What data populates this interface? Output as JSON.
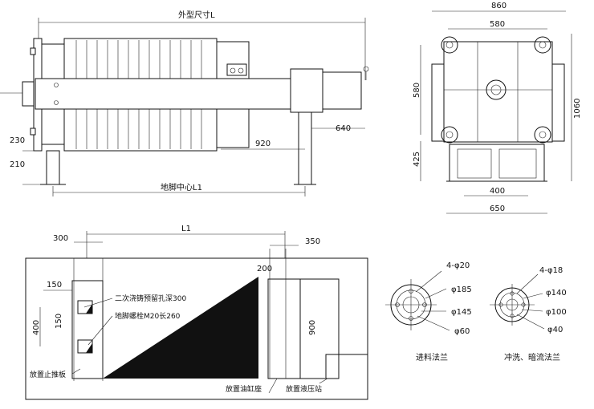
{
  "front_view": {
    "overall_length_label": "外型尺寸L",
    "foot_center_label": "地脚中心L1",
    "dim_230": "230",
    "dim_210": "210",
    "dim_920": "920",
    "dim_640": "640"
  },
  "side_view": {
    "dim_860": "860",
    "dim_580_top": "580",
    "dim_580_left": "580",
    "dim_1060": "1060",
    "dim_425": "425",
    "dim_400": "400",
    "dim_650": "650"
  },
  "foundation_plan": {
    "dim_L1": "L1",
    "dim_300": "300",
    "dim_350": "350",
    "dim_200": "200",
    "dim_150_a": "150",
    "dim_150_b": "150",
    "dim_400": "400",
    "dim_900": "900",
    "note_hole": "二次浇铸预留孔深300",
    "note_bolt": "地脚螺栓M20长260",
    "label_stop_plate": "放置止推板",
    "label_cylinder_seat": "放置油缸座",
    "label_hydraulic_station": "放置液压站"
  },
  "feed_flange": {
    "holes": "4-φ20",
    "d1": "φ185",
    "d2": "φ145",
    "d3": "φ60",
    "caption": "进料法兰"
  },
  "wash_flange": {
    "holes": "4-φ18",
    "d1": "φ140",
    "d2": "φ100",
    "d3": "φ40",
    "caption": "冲洗、暗流法兰"
  }
}
